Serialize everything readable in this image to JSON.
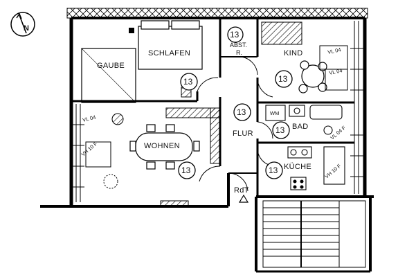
{
  "compass": {
    "icon": "north-arrow-icon",
    "letter": "N"
  },
  "rooms": {
    "schlafen": "SCHLAFEN",
    "gaube": "GAUBE",
    "abstr": "ABST.",
    "abstr2": "R.",
    "kind": "KIND",
    "wohnen": "WOHNEN",
    "flur": "FLUR",
    "bad": "BAD",
    "kueche": "KÜCHE",
    "rdt": "RdT"
  },
  "markers": {
    "schlafen": "13",
    "abstr": "13",
    "kind": "13",
    "flur": "13",
    "bad": "13",
    "wohnen": "13",
    "kueche": "13"
  },
  "fixtures": {
    "wm": "WM",
    "vl_kind_1": "VL 04",
    "vl_kind_2": "VL 04",
    "vl_bad": "VL 04 F",
    "vh_kueche": "VH 10 F",
    "vl_wohnen": "VL 04",
    "vh_wohnen": "VH 10 F"
  }
}
